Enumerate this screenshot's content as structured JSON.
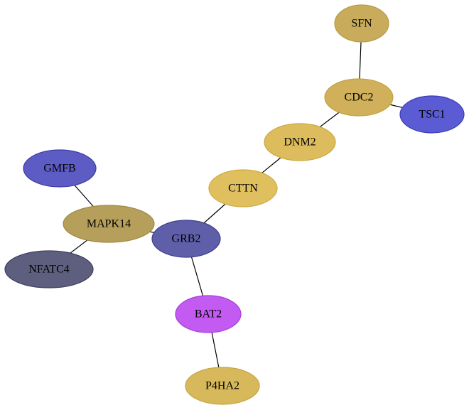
{
  "nodes": [
    {
      "id": "SFN",
      "label": "SFN",
      "fill": "#c8ac5c",
      "stroke": "#b89a48"
    },
    {
      "id": "CDC2",
      "label": "CDC2",
      "fill": "#d0b05a",
      "stroke": "#c4a040"
    },
    {
      "id": "TSC1",
      "label": "TSC1",
      "fill": "#5b5bd3",
      "stroke": "#3b3bb8"
    },
    {
      "id": "DNM2",
      "label": "DNM2",
      "fill": "#dcbc5c",
      "stroke": "#cca840"
    },
    {
      "id": "CTTN",
      "label": "CTTN",
      "fill": "#dfbf5e",
      "stroke": "#cfab42"
    },
    {
      "id": "GMFB",
      "label": "GMFB",
      "fill": "#5c5cc4",
      "stroke": "#3c3ca8"
    },
    {
      "id": "MAPK14",
      "label": "MAPK14",
      "fill": "#b59f5a",
      "stroke": "#a08a45"
    },
    {
      "id": "GRB2",
      "label": "GRB2",
      "fill": "#5e5fa8",
      "stroke": "#3e3f8c"
    },
    {
      "id": "NFATC4",
      "label": "NFATC4",
      "fill": "#5e5f7e",
      "stroke": "#3e3f60"
    },
    {
      "id": "BAT2",
      "label": "BAT2",
      "fill": "#c35af2",
      "stroke": "#a63ed6"
    },
    {
      "id": "P4HA2",
      "label": "P4HA2",
      "fill": "#d7b85a",
      "stroke": "#c7a440"
    }
  ],
  "edges": [
    {
      "source": "SFN",
      "target": "CDC2"
    },
    {
      "source": "CDC2",
      "target": "TSC1"
    },
    {
      "source": "CDC2",
      "target": "DNM2"
    },
    {
      "source": "DNM2",
      "target": "CTTN"
    },
    {
      "source": "CTTN",
      "target": "GRB2"
    },
    {
      "source": "GMFB",
      "target": "MAPK14"
    },
    {
      "source": "MAPK14",
      "target": "GRB2"
    },
    {
      "source": "MAPK14",
      "target": "NFATC4"
    },
    {
      "source": "GRB2",
      "target": "BAT2"
    },
    {
      "source": "BAT2",
      "target": "P4HA2"
    }
  ]
}
